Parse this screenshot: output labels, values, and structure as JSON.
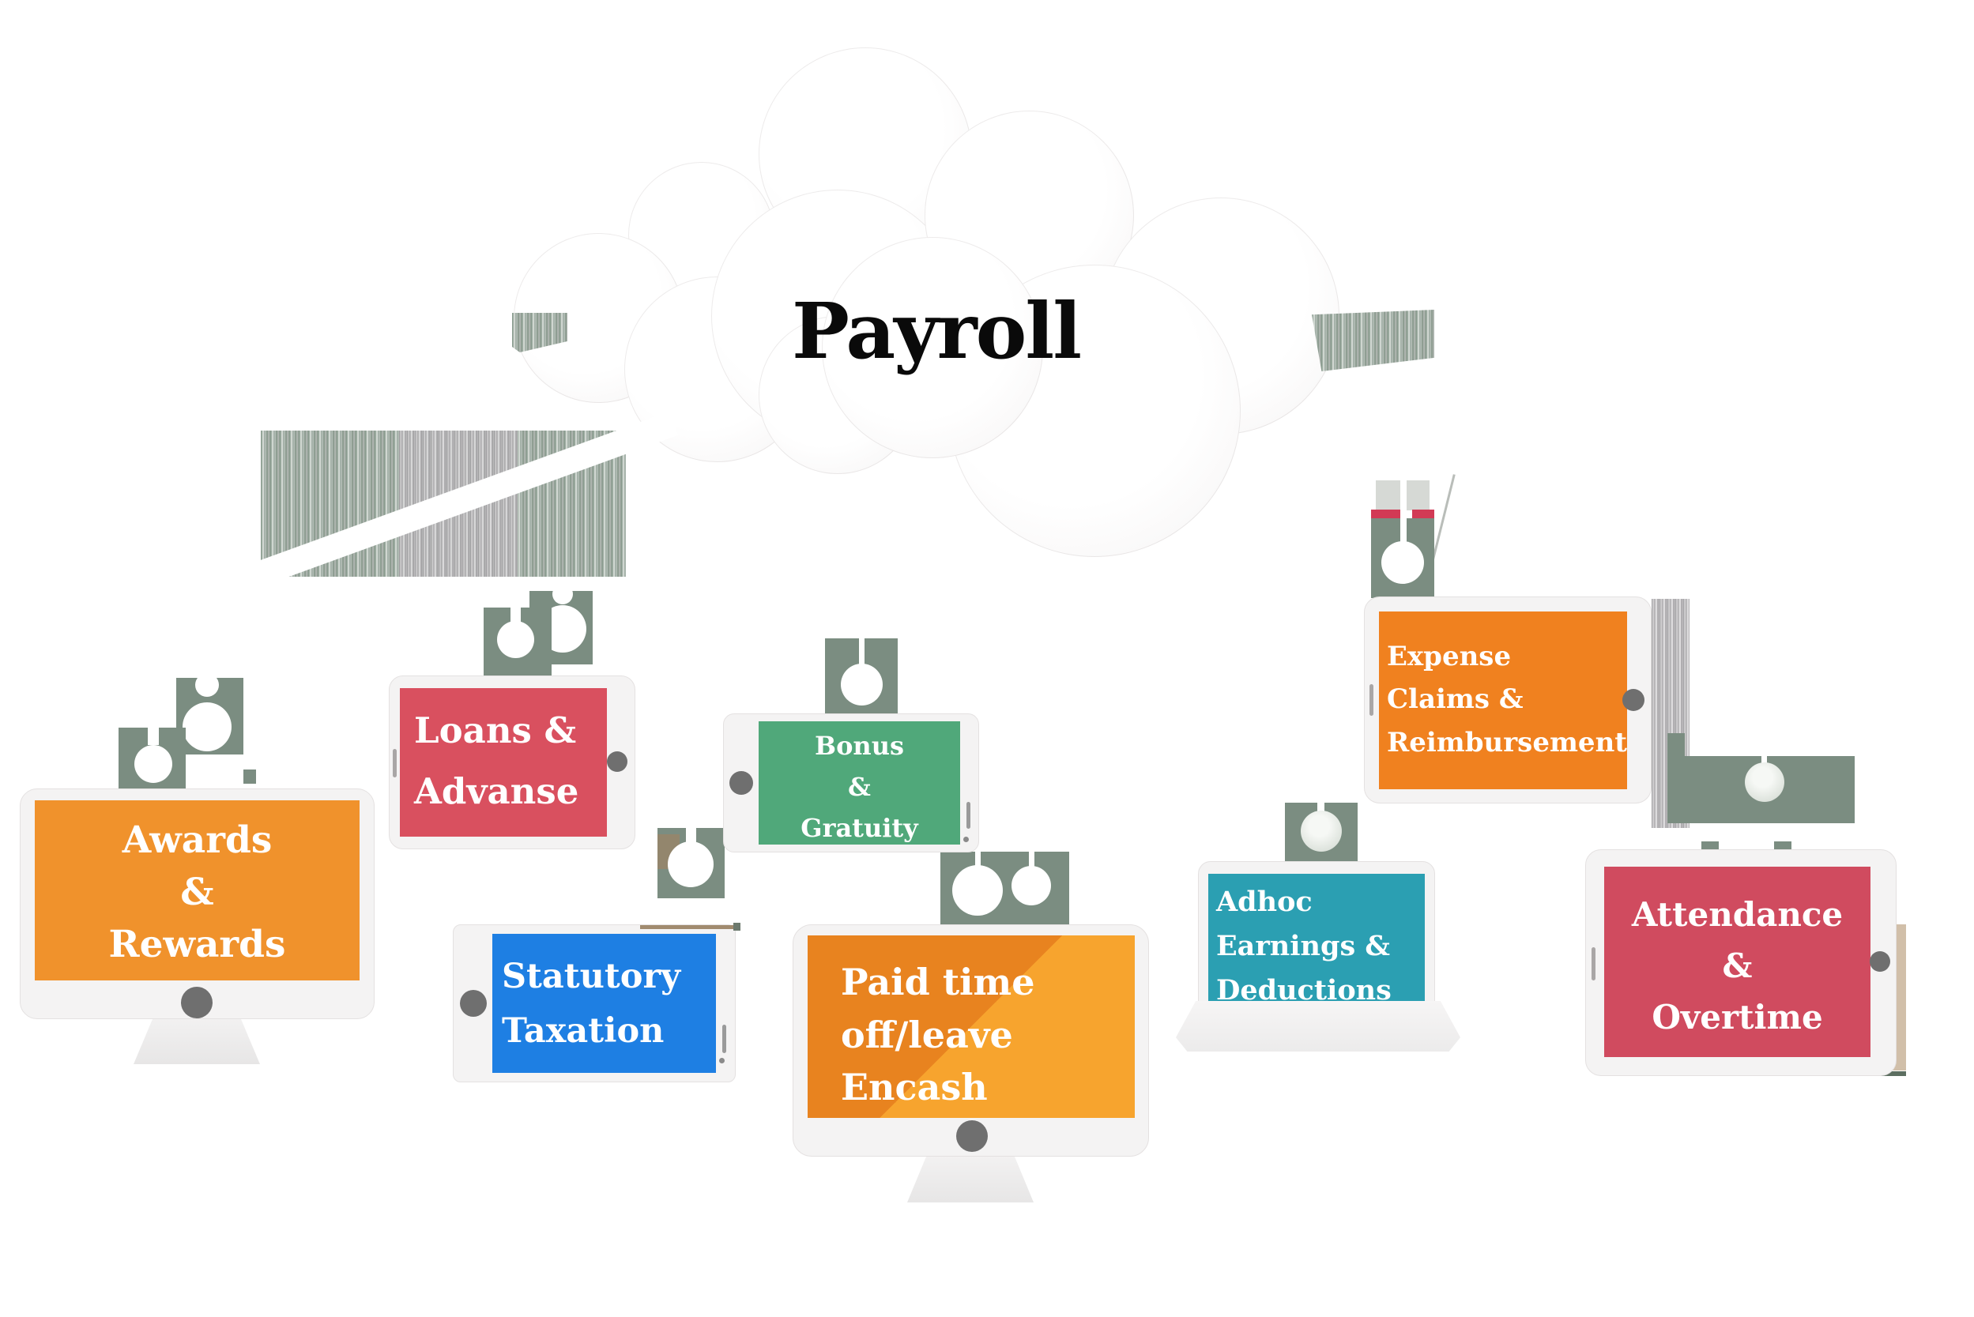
{
  "title": {
    "text": "Payroll"
  },
  "nodes": [
    {
      "id": "awards-rewards",
      "device": "desktop-monitor",
      "color": "#f0922c",
      "lines": [
        "Awards",
        "&",
        "Rewards"
      ]
    },
    {
      "id": "loans-advance",
      "device": "tablet",
      "color": "#d9505f",
      "lines": [
        "Loans &",
        "Advanse"
      ]
    },
    {
      "id": "statutory-taxation",
      "device": "phone",
      "color": "#1e7fe3",
      "lines": [
        "Statutory",
        "Taxation"
      ]
    },
    {
      "id": "bonus-gratuity",
      "device": "tablet",
      "color": "#50a87a",
      "lines": [
        "Bonus",
        "&",
        "Gratuity"
      ]
    },
    {
      "id": "paid-time-off-leave-encash",
      "device": "desktop-monitor",
      "color": "#e8831f",
      "color2": "#f7a42e",
      "lines": [
        "Paid time",
        "off/leave",
        "Encash"
      ]
    },
    {
      "id": "adhoc-earnings-deductions",
      "device": "laptop",
      "color": "#2b9fb2",
      "lines": [
        "Adhoc",
        "Earnings &",
        "Deductions"
      ]
    },
    {
      "id": "expense-claims-reimbursement",
      "device": "tablet",
      "color": "#f0811f",
      "lines": [
        "Expense",
        "Claims &",
        "Reimbursement"
      ]
    },
    {
      "id": "attendance-overtime",
      "device": "tablet",
      "color": "#d04b5f",
      "lines": [
        "Attendance",
        "&",
        "Overtime"
      ]
    }
  ],
  "icons": {
    "cloud": "cloud-shape",
    "pulley": "pulley-icon",
    "rope": "rope-texture"
  },
  "colors": {
    "title_text": "#0a0a0a",
    "label_text": "#ffffff",
    "sage_icon": "#7b8d81",
    "device_frame": "#f4f3f3",
    "home_button": "#6f6f6f",
    "awards_orange": "#f0922c",
    "loans_red": "#d9505f",
    "statutory_blue": "#1e7fe3",
    "bonus_green": "#50a87a",
    "paid_orange_dark": "#e8831f",
    "paid_orange_light": "#f7a42e",
    "adhoc_teal": "#2b9fb2",
    "expense_orange": "#f0811f",
    "attendance_red": "#d04b5f",
    "pulley_stripe_red": "#d23a55",
    "rope_tan": "#a18b6f"
  }
}
